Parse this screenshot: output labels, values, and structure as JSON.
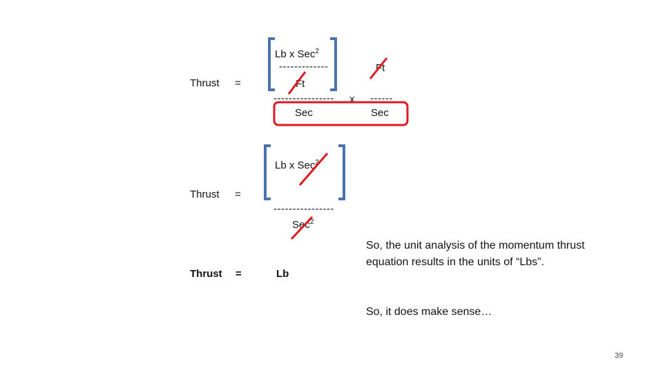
{
  "eq1": {
    "lhs": "Thrust",
    "equals": "=",
    "num_num": "Lb   x   Sec",
    "num_num_exp": "2",
    "num_bar": "-------------",
    "num_den": "Ft",
    "main_bar": "----------------",
    "main_den": "Sec",
    "times": "x",
    "r_num": "Ft",
    "r_bar": "------",
    "r_den": "Sec"
  },
  "eq2": {
    "lhs": "Thrust",
    "equals": "=",
    "num": "Lb   x   Sec",
    "num_exp": "2",
    "bar": "----------------",
    "den": "Sec",
    "den_exp": "2"
  },
  "eq3": {
    "lhs": "Thrust",
    "equals": "=",
    "result": "Lb"
  },
  "notes": {
    "p1": "So, the unit analysis of the momentum thrust equation results in the units of “Lbs”.",
    "p2": "So, it does make sense…"
  },
  "page_number": "39",
  "colors": {
    "bracket": "#4a73ad",
    "strike": "#e0171f",
    "highlight_box": "#e0171f"
  }
}
